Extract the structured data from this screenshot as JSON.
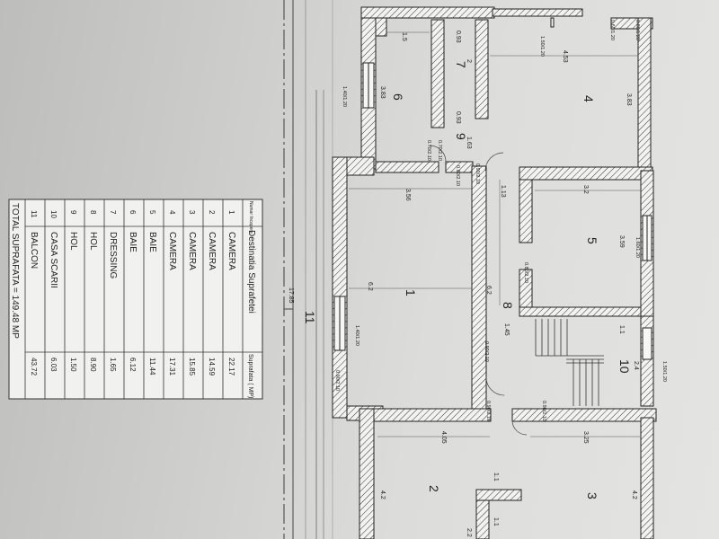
{
  "table": {
    "header_nr": "Numar Incapere",
    "header_dest": "Destinatia Suprafetei",
    "header_area": "Suprafata ( MP)",
    "rows": [
      {
        "nr": "1",
        "dest": "CAMERA",
        "area": "22.17"
      },
      {
        "nr": "2",
        "dest": "CAMERA",
        "area": "14.59"
      },
      {
        "nr": "3",
        "dest": "CAMERA",
        "area": "15.85"
      },
      {
        "nr": "4",
        "dest": "CAMERA",
        "area": "17.31"
      },
      {
        "nr": "5",
        "dest": "BAIE",
        "area": "11.44"
      },
      {
        "nr": "6",
        "dest": "BAIE",
        "area": "6.12"
      },
      {
        "nr": "7",
        "dest": "DRESSING",
        "area": "1.65"
      },
      {
        "nr": "8",
        "dest": "HOL",
        "area": "8.90"
      },
      {
        "nr": "9",
        "dest": "HOL",
        "area": "1.50"
      },
      {
        "nr": "10",
        "dest": "CASA SCARII",
        "area": "6.03"
      },
      {
        "nr": "11",
        "dest": "BALCON",
        "area": "43.72"
      }
    ],
    "total": "TOTAL SUPRAFATA = 149.48 MP"
  },
  "rooms": {
    "r1": "1",
    "r2": "2",
    "r3": "3",
    "r4": "4",
    "r5": "5",
    "r6": "6",
    "r7": "7",
    "r8": "8",
    "r9": "9",
    "r10": "10",
    "r11": "11"
  },
  "dims": {
    "d_1_5": "1.5",
    "d_093a": "0.93",
    "d_2": "2",
    "d_453": "4.53",
    "d_383a": "3.83",
    "d_383b": "3.83",
    "d_093b": "0.93",
    "d_163": "1.63",
    "d_356": "3.56",
    "d_113": "1.13",
    "d_32": "3.2",
    "d_359": "3.59",
    "d_62a": "6.2",
    "d_62b": "6.2",
    "d_1785": "17.85",
    "d_145": "1.45",
    "d_11a": "1.1",
    "d_24": "2.4",
    "d_405": "4.05",
    "d_325": "3.25",
    "d_42a": "4.2",
    "d_42b": "4.2",
    "d_11b": "1.1",
    "d_11c": "1.1",
    "d_22": "2.2"
  },
  "openings": {
    "w1": "1.50/1.20",
    "w2": "1.40/1.20",
    "w3": "1.60/1.20",
    "w4": "1.40/1.20",
    "w5": "1.50/1.20",
    "w6": "0.60/1.20",
    "w7": "0.80/1.20",
    "dr1": "0.70/2.10",
    "dr2": "0.80/2.10",
    "dr3": "0.70/2.10",
    "dr4": "0.90/2.10",
    "dr5": "0.80/2.10",
    "dr6": "0.90/2.10",
    "dr7": "0.90/2.10",
    "dr8": "0.90/2.10",
    "dr9": "0.90/2.10"
  }
}
